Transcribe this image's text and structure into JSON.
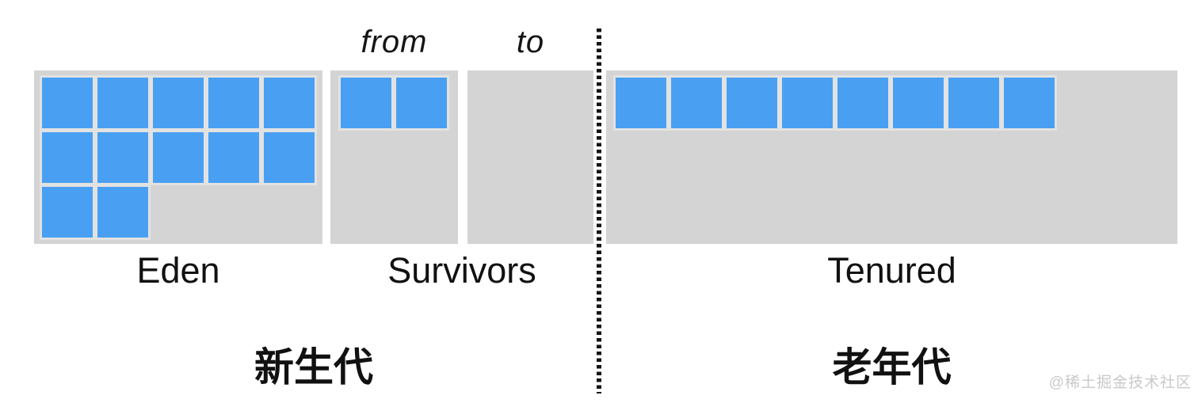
{
  "diagram": {
    "title_semantic": "JVM heap generations diagram",
    "survivor_from_label": "from",
    "survivor_to_label": "to",
    "regions": {
      "eden": {
        "label": "Eden",
        "block_rows": [
          5,
          5,
          2
        ],
        "total_blocks": 12
      },
      "survivor_from": {
        "block_rows": [
          2
        ],
        "total_blocks": 2
      },
      "survivor_to": {
        "block_rows": [
          0
        ],
        "total_blocks": 0
      },
      "tenured": {
        "label": "Tenured",
        "block_rows": [
          8
        ],
        "total_blocks": 8
      }
    },
    "survivors_label": "Survivors",
    "young_gen_label": "新生代",
    "old_gen_label": "老年代",
    "colors": {
      "block": "#49a0f3",
      "region_bg": "#d4d4d4",
      "text": "#111111",
      "divider": "#141414",
      "watermark": "#c9c9c9"
    }
  },
  "watermark": "@稀土掘金技术社区"
}
